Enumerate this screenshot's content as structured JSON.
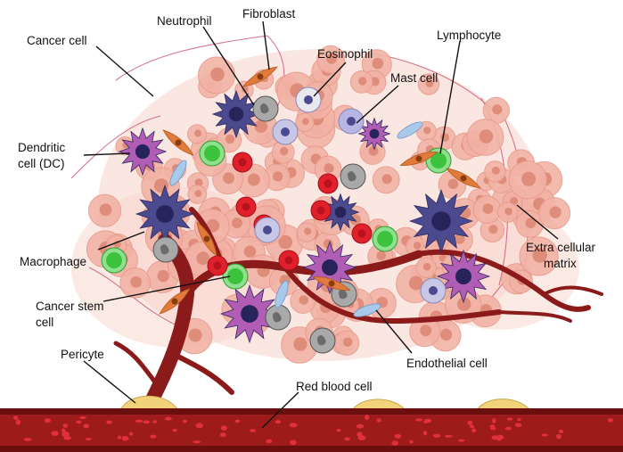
{
  "labels": {
    "cancer_cell": "Cancer cell",
    "neutrophil": "Neutrophil",
    "fibroblast": "Fibroblast",
    "eosinophil": "Eosinophil",
    "lymphocyte": "Lymphocyte",
    "mast_cell": "Mast cell",
    "dendritic_1": "Dendritic",
    "dendritic_2": "cell (DC)",
    "macrophage": "Macrophage",
    "cancer_stem_1": "Cancer stem",
    "cancer_stem_2": "cell",
    "pericyte": "Pericyte",
    "red_blood_cell": "Red  blood cell",
    "endothelial": "Endothelial cell",
    "ecm_1": "Extra cellular",
    "ecm_2": "matrix"
  },
  "colors": {
    "cancer": "#f2b3a6",
    "cancer_nucleus": "#d9826f",
    "vessel": "#8b1a1a",
    "vessel_dark": "#5e0c0c",
    "rbc": "#e0202a",
    "lymphocyte": "#3cc23c",
    "macrophage": "#4c4a8f",
    "dendritic": "#b25db5",
    "neutrophil": "#6b6b6b",
    "fibroblast": "#e07b3c",
    "pericyte": "#f2d27a",
    "endothelial": "#a9c9ea",
    "ecm": "#c94a6a"
  }
}
